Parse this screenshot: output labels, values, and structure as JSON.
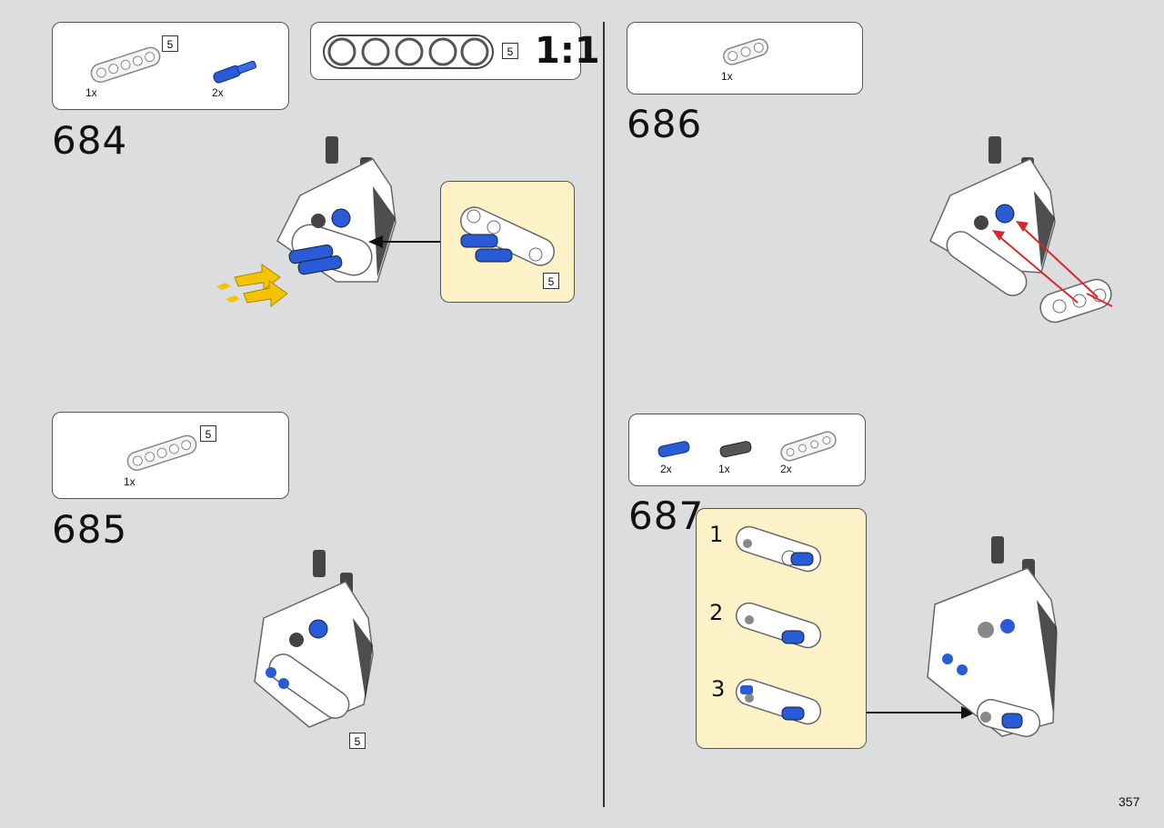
{
  "page": {
    "number": "357"
  },
  "scale_guide": {
    "ratio": "1:1",
    "length": "5",
    "holes": 5
  },
  "steps": [
    {
      "number": "684",
      "parts": [
        {
          "qty": "1x",
          "type": "beam",
          "length": "5",
          "color": "#f2f2f2"
        },
        {
          "qty": "2x",
          "type": "axle-pin",
          "color": "#2a5bd7"
        }
      ],
      "callout_length": "5"
    },
    {
      "number": "685",
      "parts": [
        {
          "qty": "1x",
          "type": "beam",
          "length": "5",
          "color": "#f2f2f2"
        }
      ],
      "assembly_length": "5"
    },
    {
      "number": "686",
      "parts": [
        {
          "qty": "1x",
          "type": "beam",
          "color": "#f2f2f2"
        }
      ]
    },
    {
      "number": "687",
      "parts": [
        {
          "qty": "2x",
          "type": "pin",
          "color": "#2a5bd7"
        },
        {
          "qty": "1x",
          "type": "pin",
          "color": "#555555"
        },
        {
          "qty": "2x",
          "type": "beam",
          "color": "#f2f2f2"
        }
      ],
      "substeps": [
        "1",
        "2",
        "3"
      ]
    }
  ],
  "colors": {
    "background": "#dcdddf",
    "callout": "#fdf1c7",
    "arrow_yellow": "#f5c400",
    "arrow_red": "#d62828",
    "lego_blue": "#2a5bd7"
  }
}
